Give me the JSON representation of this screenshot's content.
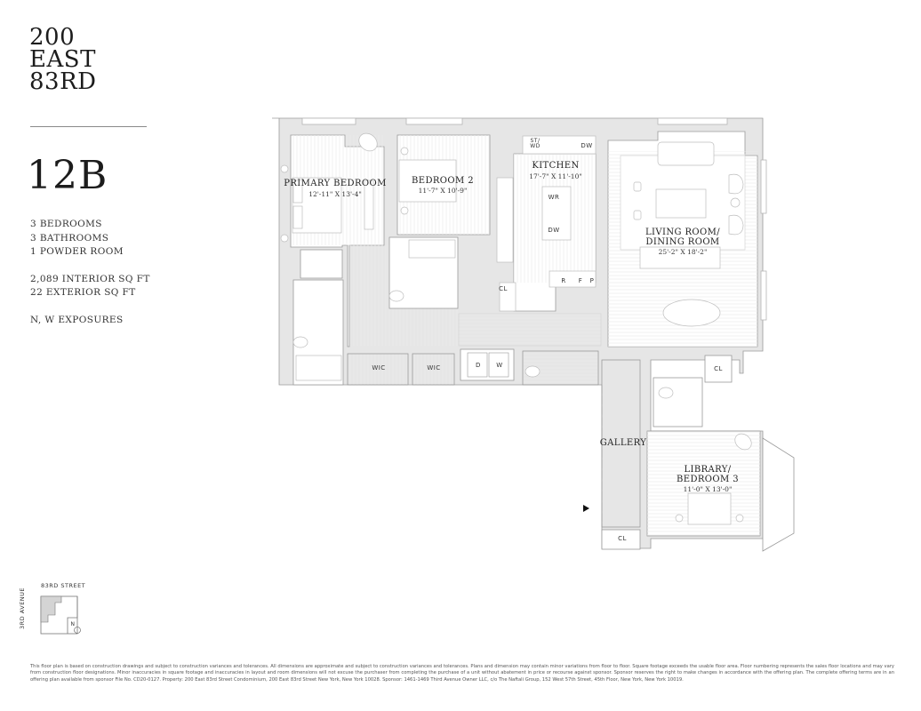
{
  "building": {
    "name_lines": [
      "200",
      "EAST",
      "83RD"
    ]
  },
  "unit": {
    "number": "12B",
    "specs": {
      "bedrooms": "3 BEDROOMS",
      "bathrooms": "3 BATHROOMS",
      "powder": "1 POWDER ROOM",
      "interior": "2,089 INTERIOR SQ FT",
      "exterior": "22 EXTERIOR SQ FT",
      "exposures": "N, W EXPOSURES"
    }
  },
  "rooms": {
    "primary_bedroom": {
      "name": "PRIMARY BEDROOM",
      "dims": "12'-11\" X 13'-4\""
    },
    "bedroom_2": {
      "name": "BEDROOM 2",
      "dims": "11'-7\" X 10'-9\""
    },
    "kitchen": {
      "name": "KITCHEN",
      "dims": "17'-7\" X 11'-10\""
    },
    "living": {
      "name_line1": "LIVING ROOM/",
      "name_line2": "DINING ROOM",
      "dims": "25'-2\" X 18'-2\""
    },
    "library": {
      "name_line1": "LIBRARY/",
      "name_line2": "BEDROOM 3",
      "dims": "11'-0\" X 13'-0\""
    },
    "gallery": {
      "name": "GALLERY"
    }
  },
  "fixtures": {
    "st_wd": "ST/ WD",
    "dw_top": "DW",
    "wr": "WR",
    "dw_island": "DW",
    "r": "R",
    "f": "F",
    "p": "P",
    "cl_kitchen": "CL",
    "wic_1": "WIC",
    "wic_2": "WIC",
    "d": "D",
    "w": "W",
    "cl_library": "CL",
    "cl_gallery": "CL"
  },
  "keyplan": {
    "street": "83RD STREET",
    "avenue": "3RD AVENUE",
    "north": "N"
  },
  "entry_marker": "entry-arrow",
  "colors": {
    "wall_fill": "#e6e6e6",
    "wall_line": "#9a9a9a",
    "floor_line": "#ececec",
    "text": "#222222"
  },
  "disclaimer": "This floor plan is based on construction drawings and subject to construction variances and tolerances. All dimensions are approximate and subject to construction variances and tolerances. Plans and dimension may contain minor variations from floor to floor. Square footage exceeds the usable floor area. Floor numbering represents the sales floor locations and may vary from construction floor designations. Minor inaccuracies in square footage and inaccuracies in layout and room dimensions will not excuse the purchaser from completing the purchase of a unit without abatement in price or recourse against sponsor. Sponsor reserves the right to make changes in accordance with the offering plan. The complete offering terms are in an offering plan available from sponsor File No. CD20-0127. Property: 200 East 83rd Street Condominium, 200 East 83rd Street New York, New York 10028. Sponsor: 1461-1469 Third Avenue Owner LLC, c/o The Naftali Group, 152 West 57th Street, 45th Floor, New York, New York 10019."
}
